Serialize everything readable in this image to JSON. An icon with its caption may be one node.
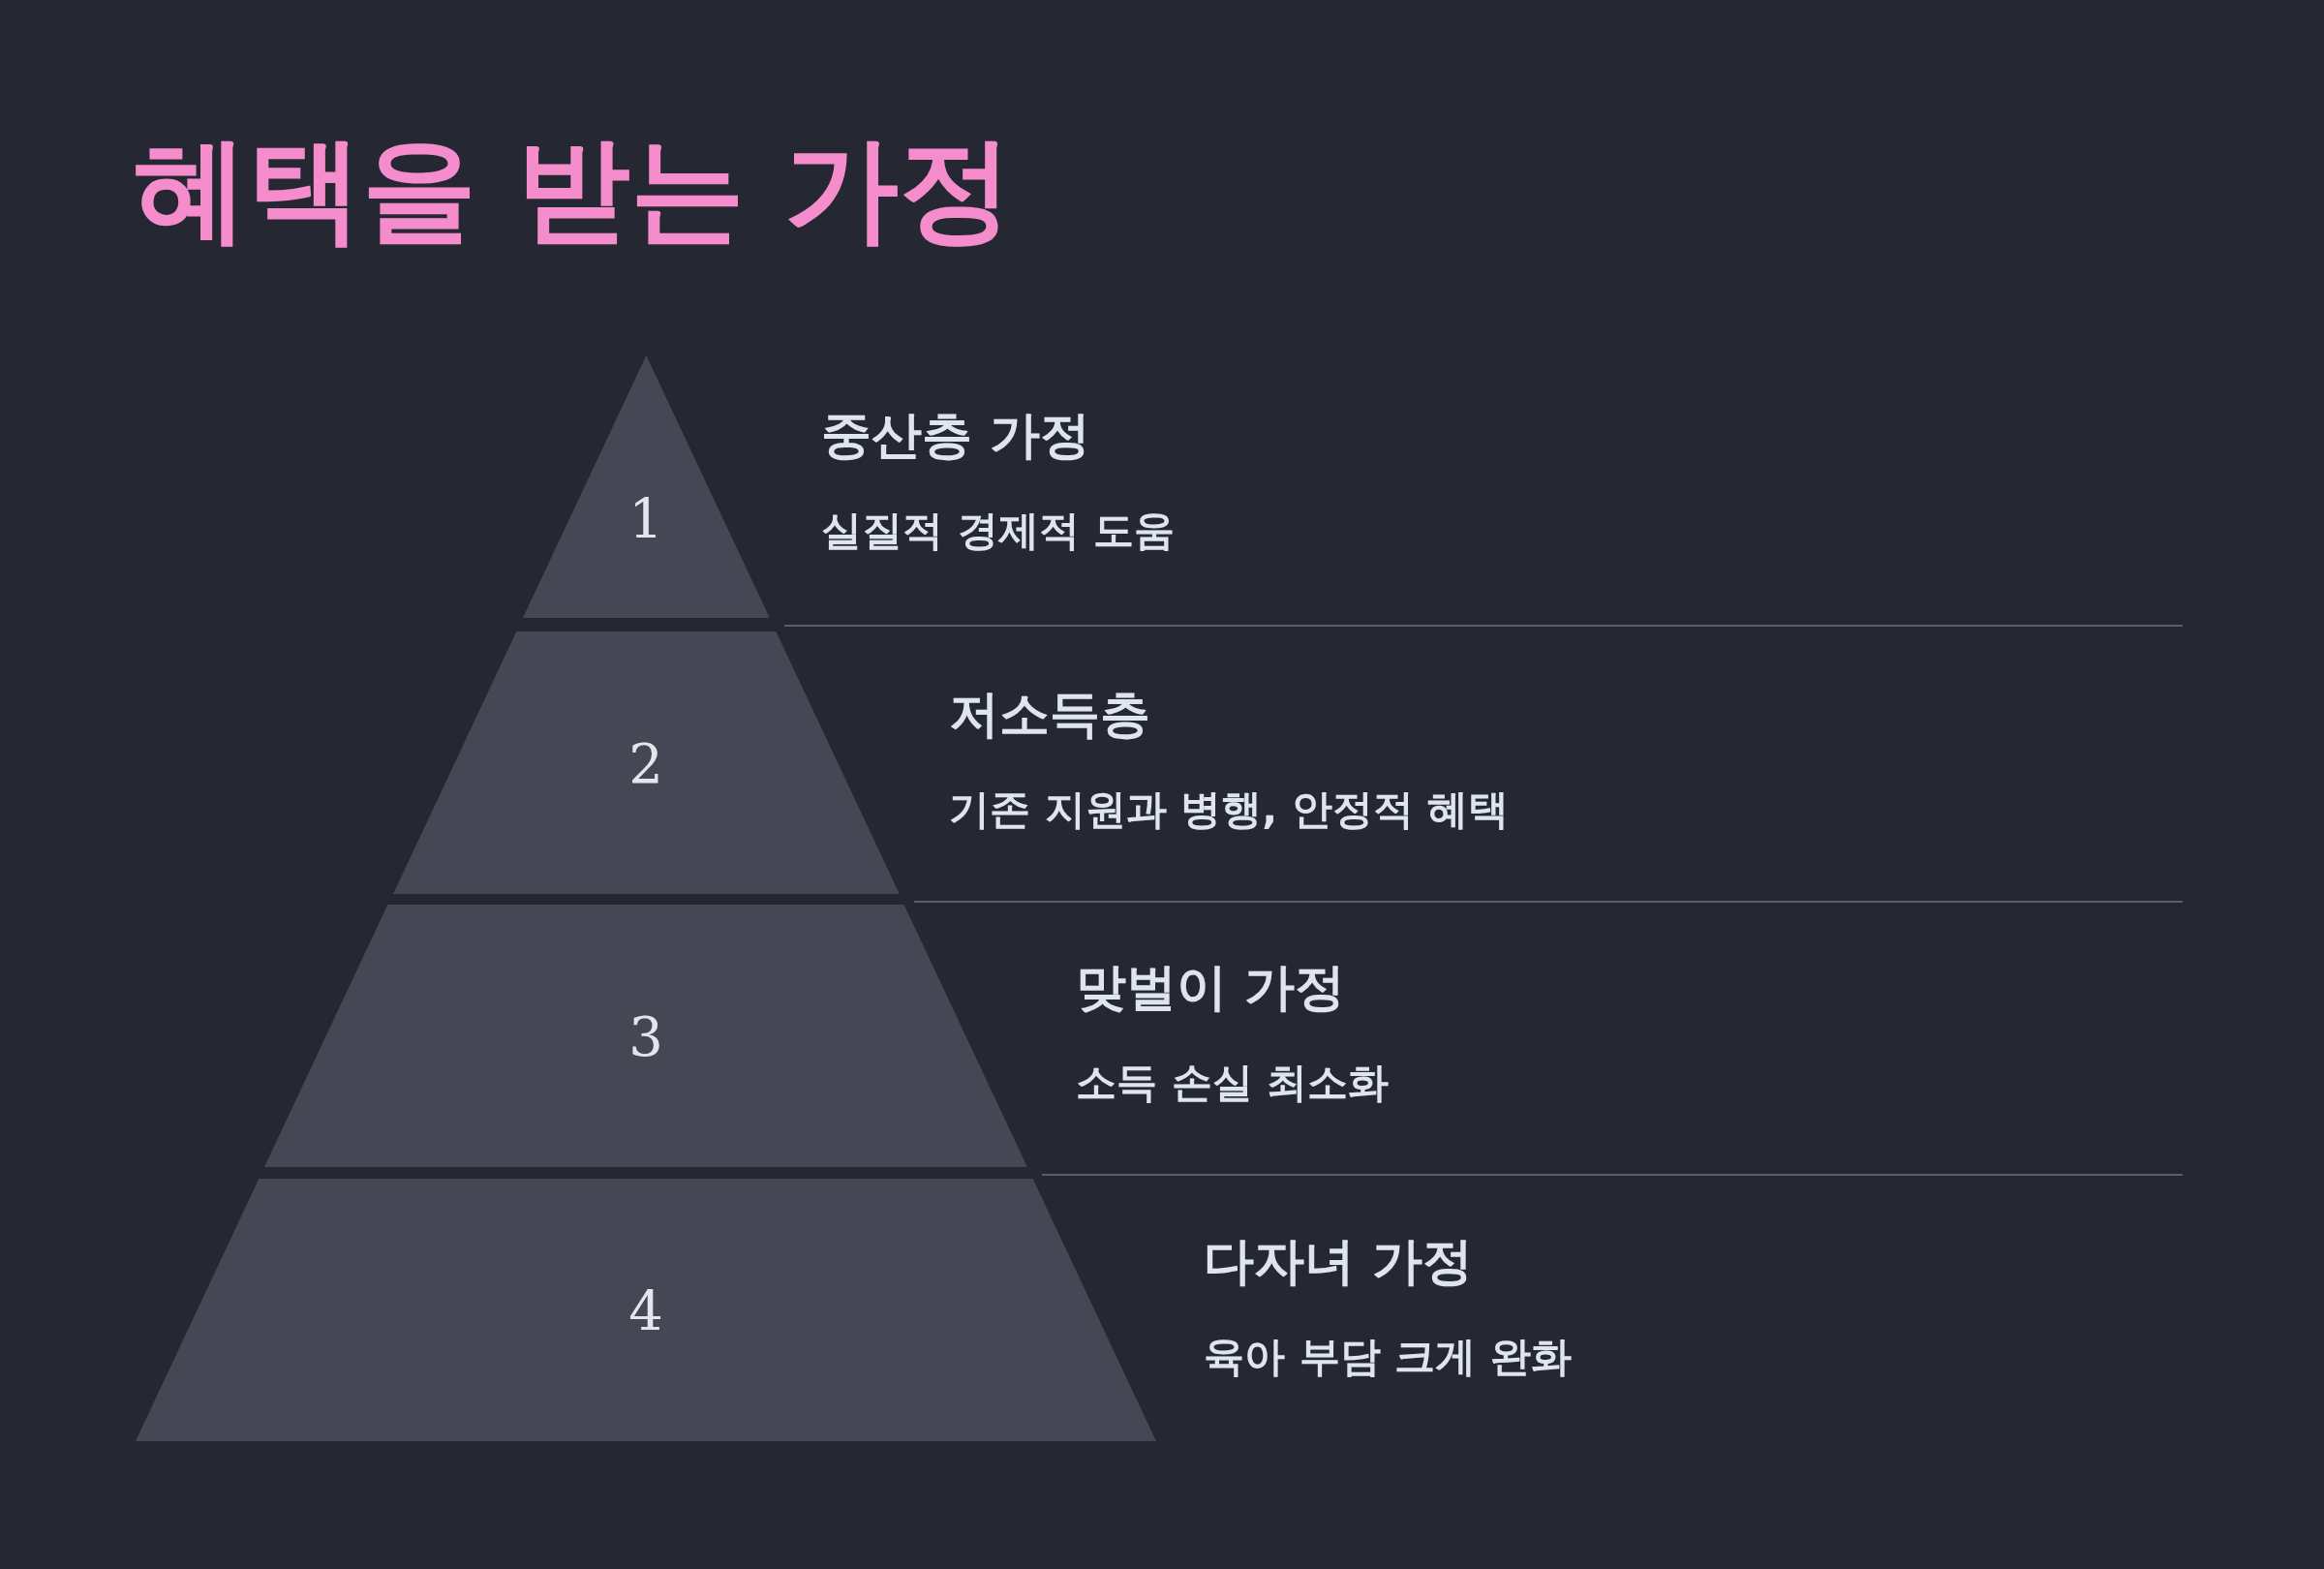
{
  "diagram": {
    "title": "혜택을 받는 가정",
    "nodes": [
      {
        "text": [
          "1"
        ],
        "beside": [
          "중산층 가정",
          "실질적 경제적 도움"
        ]
      },
      {
        "text": [
          "2"
        ],
        "beside": [
          "저소득층",
          "기존 지원과 병행, 안정적 혜택"
        ]
      },
      {
        "text": [
          "3"
        ],
        "beside": [
          "맞벌이 가정",
          "소득 손실 최소화"
        ]
      },
      {
        "text": [
          "4"
        ],
        "beside": [
          "다자녀 가정",
          "육아 부담 크게 완화"
        ]
      }
    ]
  }
}
